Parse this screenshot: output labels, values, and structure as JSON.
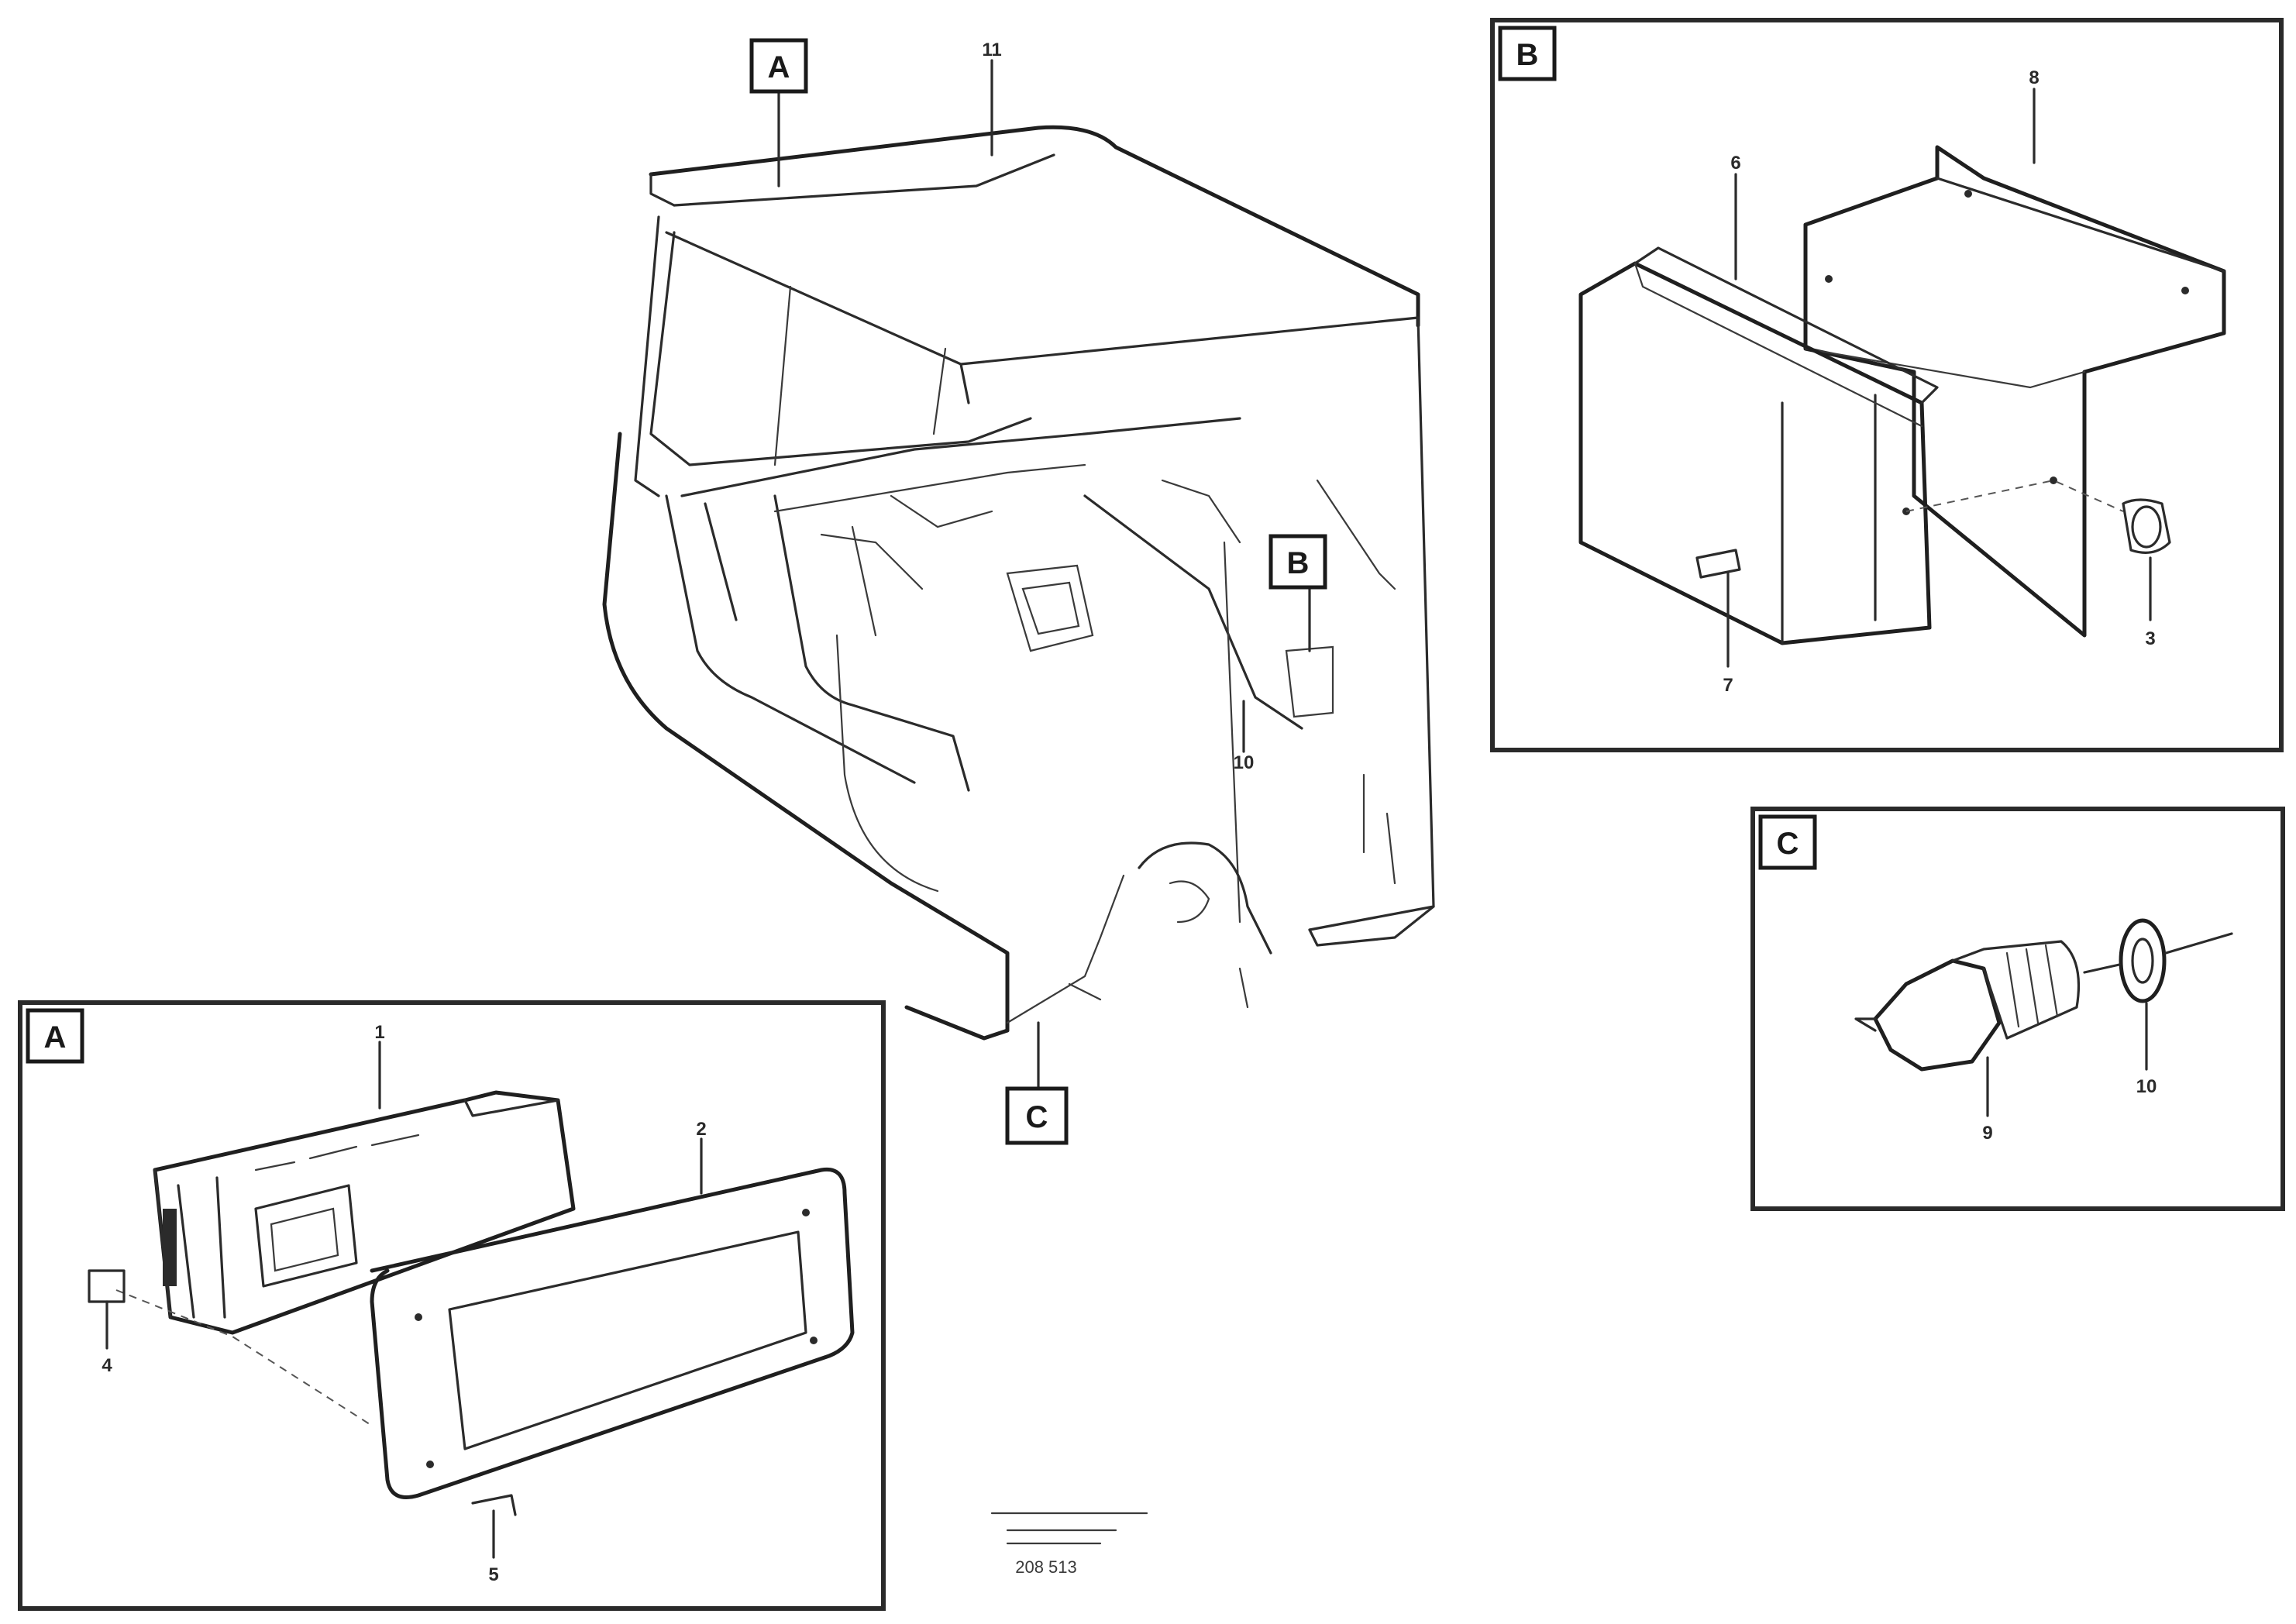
{
  "diagram": {
    "callouts": {
      "cab_top": "A",
      "cab_side": "B",
      "cab_bottom": "C",
      "cab_part_11": "11",
      "cab_part_10": "10"
    },
    "panel_a": {
      "tag": "A",
      "parts": {
        "p1": "1",
        "p2": "2",
        "p4": "4",
        "p5": "5"
      }
    },
    "panel_b": {
      "tag": "B",
      "parts": {
        "p6": "6",
        "p8": "8",
        "p7": "7",
        "p3": "3"
      }
    },
    "panel_c": {
      "tag": "C",
      "parts": {
        "p9": "9",
        "p10": "10"
      }
    },
    "footer": {
      "code": "208 513"
    }
  }
}
